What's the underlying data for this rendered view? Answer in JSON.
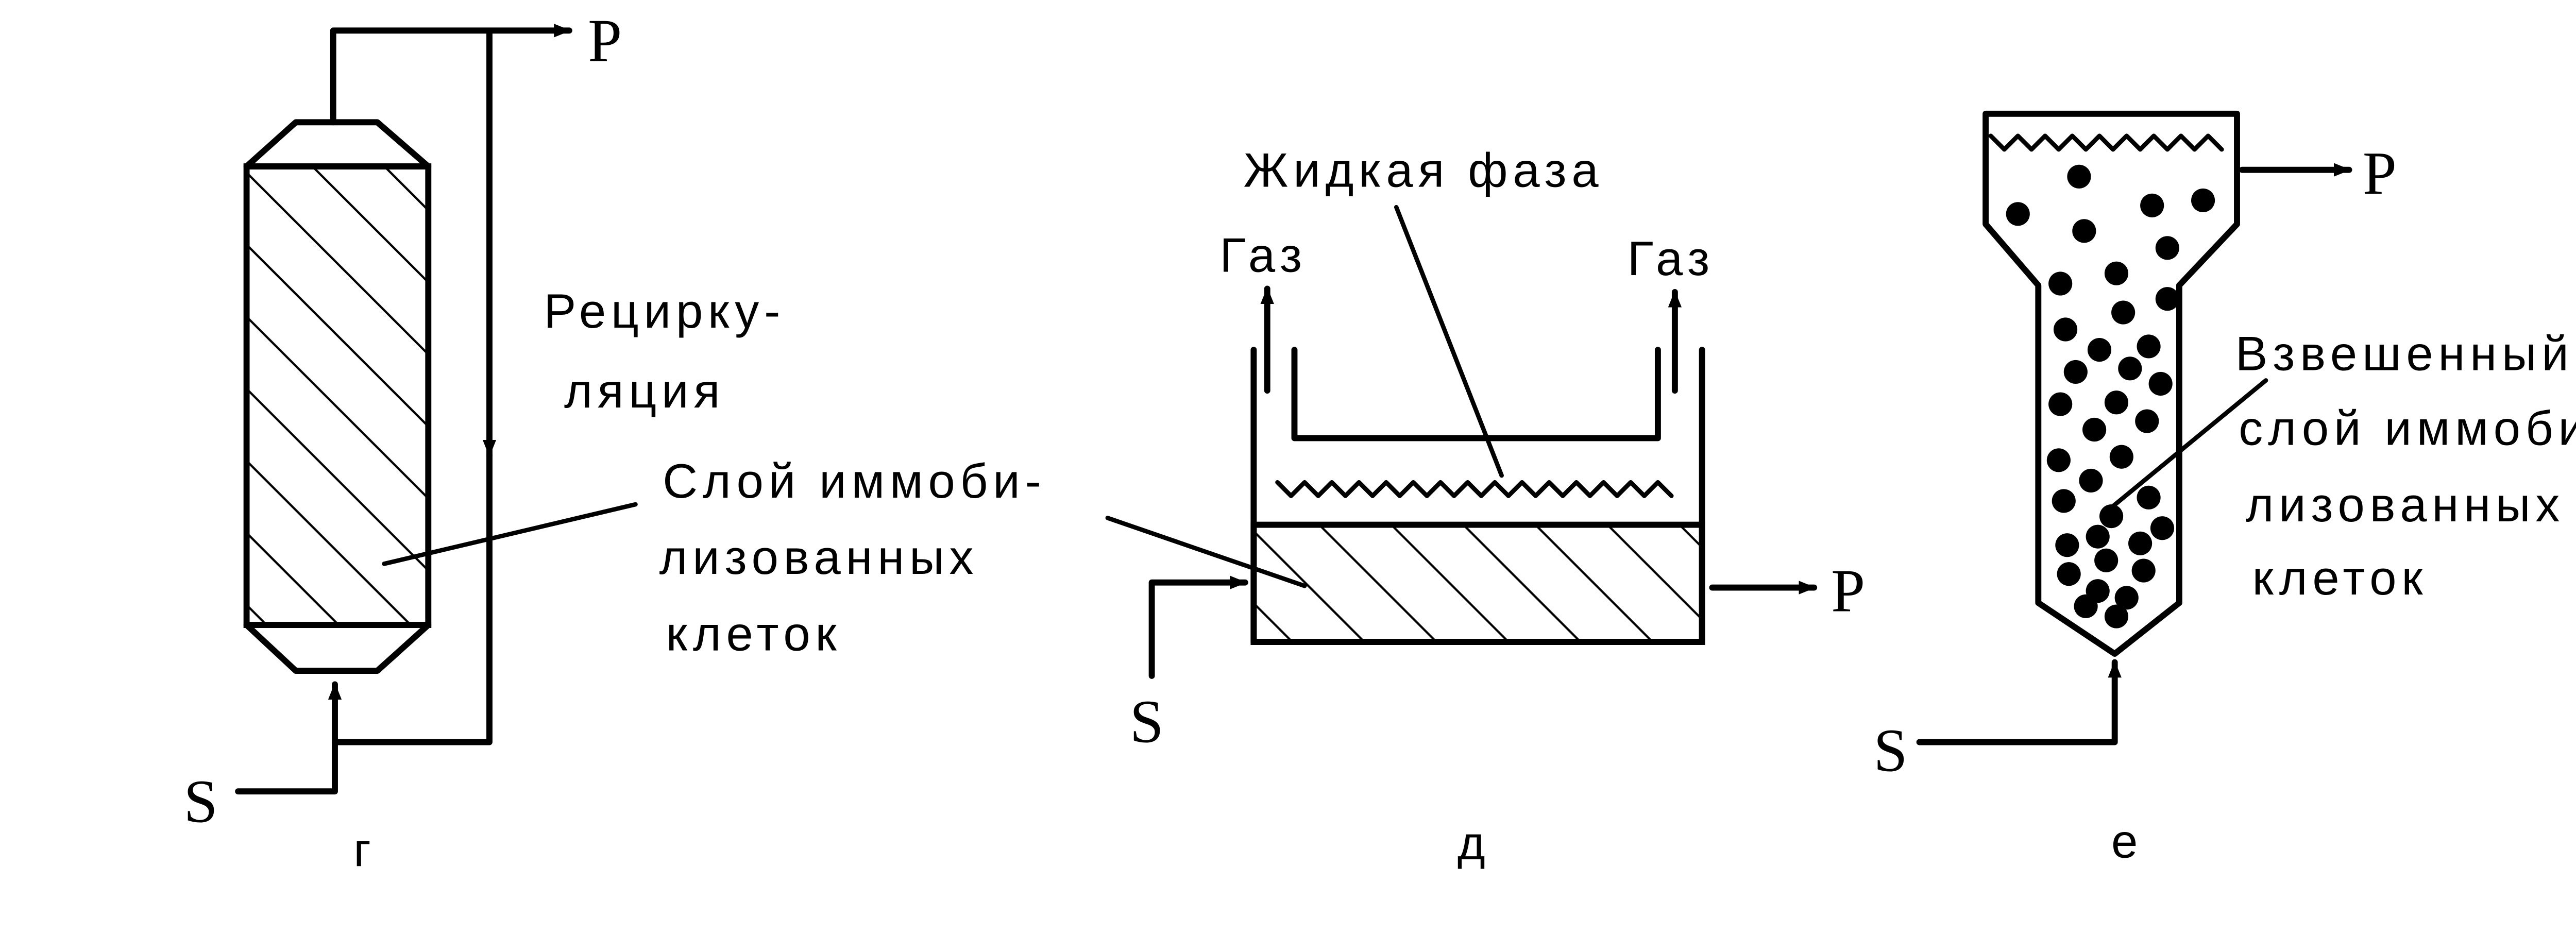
{
  "diagram_g": {
    "product": "P",
    "substrate": "S",
    "recirculation_line1": "Рецирку-",
    "recirculation_line2": "ляция",
    "layer_line1": "Слой иммоби-",
    "layer_line2": "лизованных",
    "layer_line3": "клеток",
    "caption": "г"
  },
  "diagram_d": {
    "liquid_phase": "Жидкая фаза",
    "gas_left": "Газ",
    "gas_right": "Газ",
    "product": "P",
    "substrate": "S",
    "caption": "д"
  },
  "diagram_e": {
    "product": "P",
    "substrate": "S",
    "layer_line1": "Взвешенный",
    "layer_line2": "слой иммоби-",
    "layer_line3": "лизованных",
    "layer_line4": "клеток",
    "caption": "е"
  }
}
